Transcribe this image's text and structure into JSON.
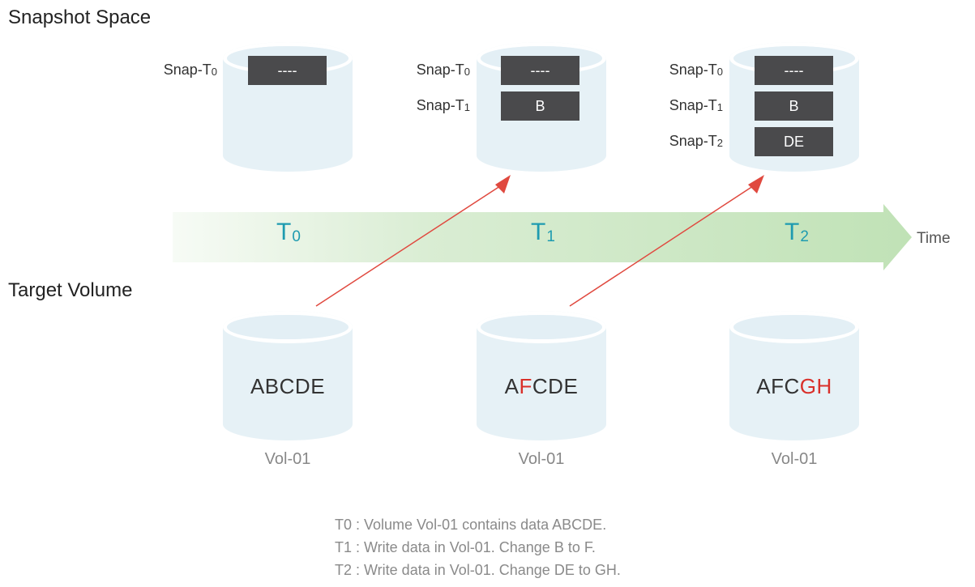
{
  "titles": {
    "snapshot_space": "Snapshot Space",
    "target_volume": "Target Volume"
  },
  "snapshots": [
    {
      "time": "T0",
      "entries": [
        {
          "label_main": "Snap-T",
          "label_sub": "0",
          "value": "----"
        }
      ]
    },
    {
      "time": "T1",
      "entries": [
        {
          "label_main": "Snap-T",
          "label_sub": "0",
          "value": "----"
        },
        {
          "label_main": "Snap-T",
          "label_sub": "1",
          "value": "B"
        }
      ]
    },
    {
      "time": "T2",
      "entries": [
        {
          "label_main": "Snap-T",
          "label_sub": "0",
          "value": "----"
        },
        {
          "label_main": "Snap-T",
          "label_sub": "1",
          "value": "B"
        },
        {
          "label_main": "Snap-T",
          "label_sub": "2",
          "value": "DE"
        }
      ]
    }
  ],
  "timeline": {
    "points": [
      {
        "main": "T",
        "sub": "0"
      },
      {
        "main": "T",
        "sub": "1"
      },
      {
        "main": "T",
        "sub": "2"
      }
    ],
    "axis_label": "Time"
  },
  "volumes": [
    {
      "name": "Vol-01",
      "parts": [
        {
          "text": "ABCDE",
          "changed": false
        }
      ]
    },
    {
      "name": "Vol-01",
      "parts": [
        {
          "text": "A",
          "changed": false
        },
        {
          "text": "F",
          "changed": true
        },
        {
          "text": "CDE",
          "changed": false
        }
      ]
    },
    {
      "name": "Vol-01",
      "parts": [
        {
          "text": "AFC",
          "changed": false
        },
        {
          "text": "GH",
          "changed": true
        }
      ]
    }
  ],
  "notes": [
    "T0 : Volume Vol-01 contains data ABCDE.",
    "T1 : Write data in Vol-01. Change B to F.",
    "T2 : Write data in Vol-01. Change DE to GH."
  ],
  "colors": {
    "cylinder": "#e6f1f6",
    "block": "#4a4a4c",
    "accent_time": "#1e9bb0",
    "changed": "#d9302a",
    "arrow": "#e0493f",
    "band": "#c9e5c0"
  }
}
